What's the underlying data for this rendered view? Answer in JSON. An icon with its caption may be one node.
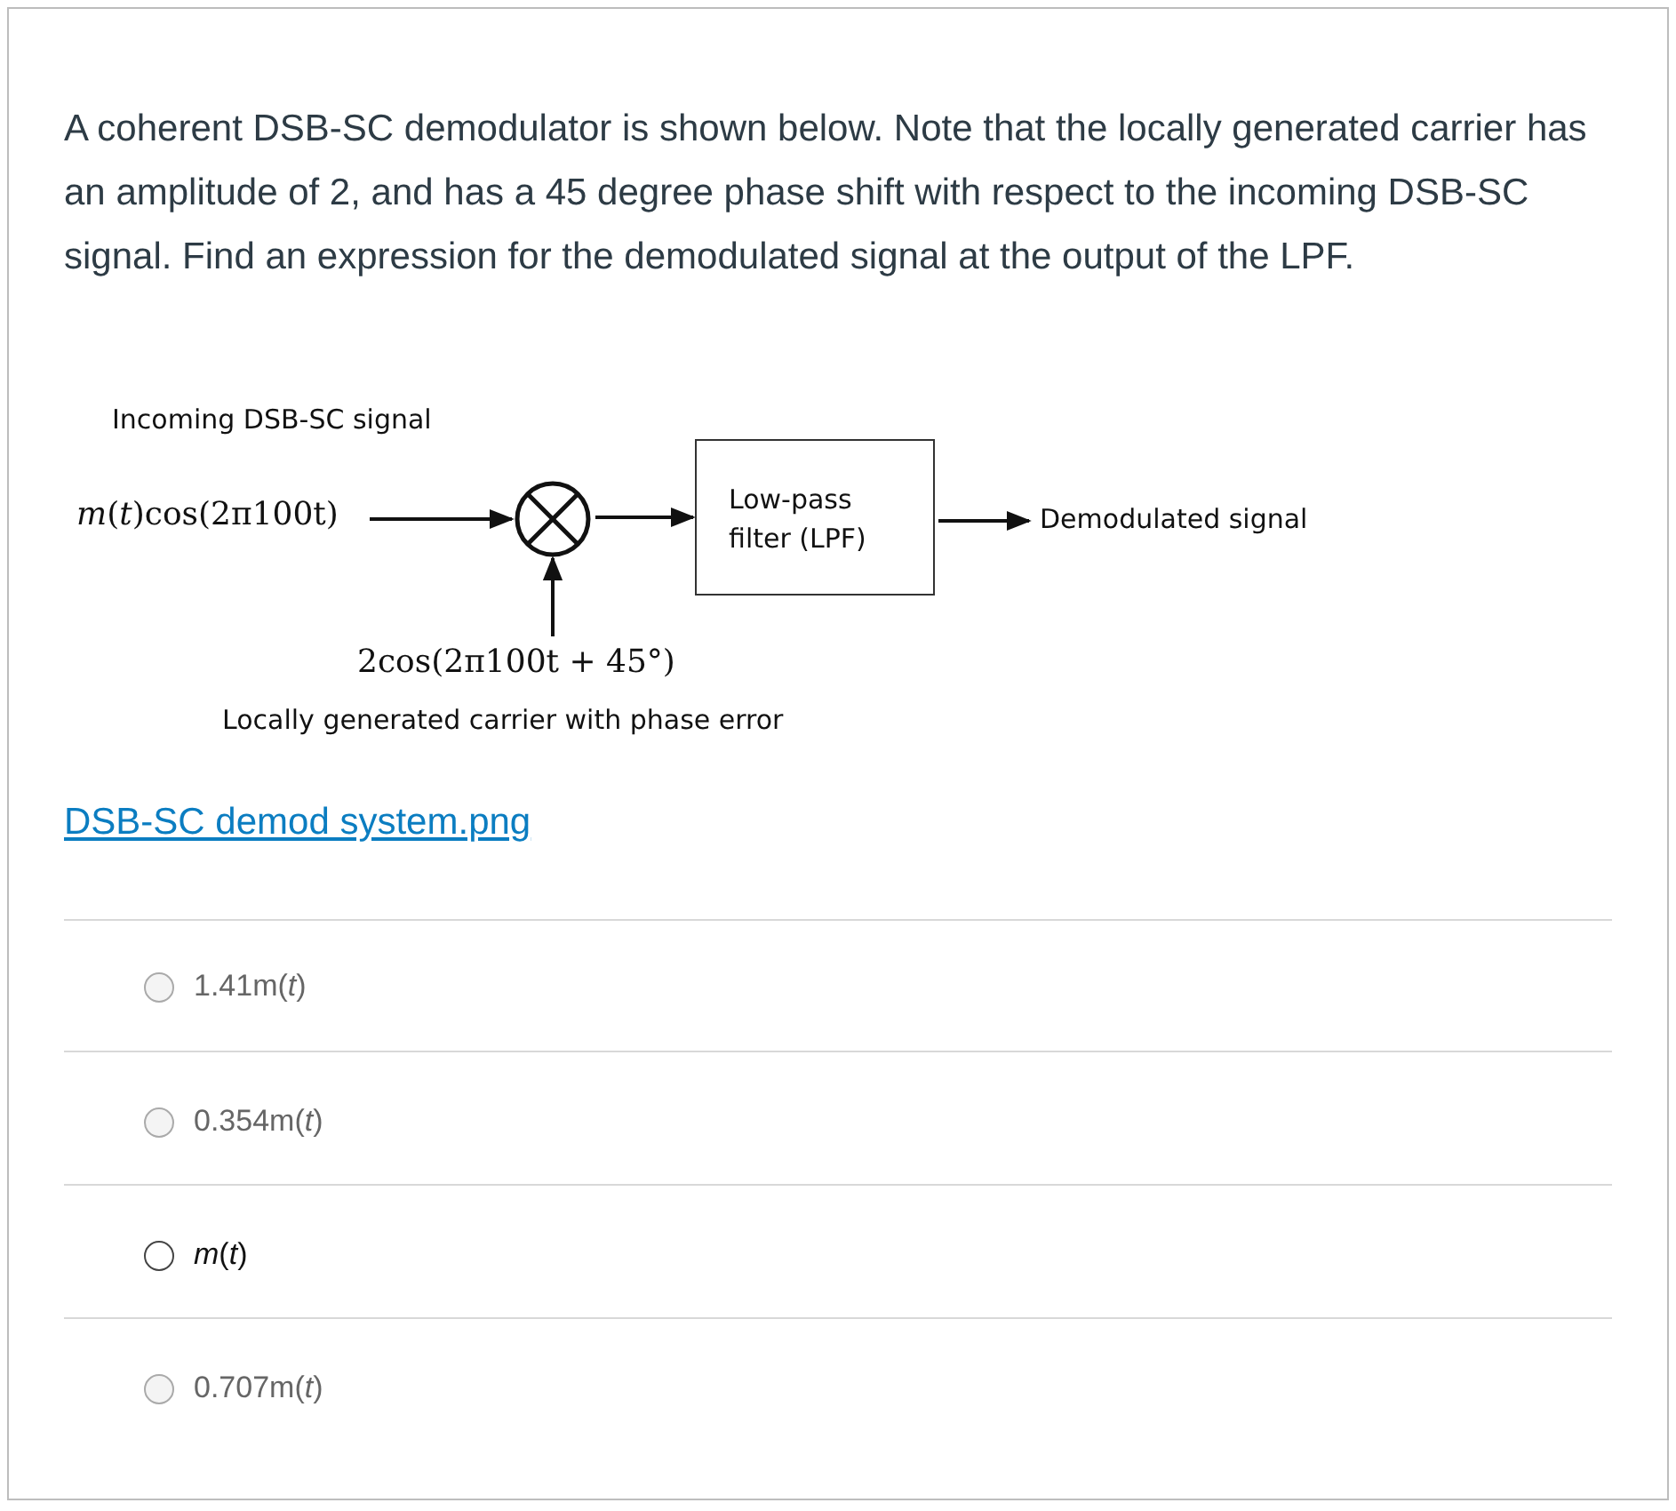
{
  "diagram": {
    "nodes": [
      {
        "text": [
          "*m*(*t*)cos(2π100t)"
        ],
        "beside": [
          "Incoming DSB-SC signal"
        ]
      },
      {
        "text": [],
        "shape": "circle"
      },
      {
        "text": [
          "Low-pass filter (LPF)"
        ]
      },
      {
        "text": [
          "Demodulated signal"
        ]
      },
      {
        "text": [
          "2cos(2π100t + 45°)"
        ],
        "beside": [
          "Locally generated carrier with phase error"
        ]
      }
    ],
    "edges": [
      {
        "from": 0,
        "to": 1,
        "arrow": "to"
      },
      {
        "from": 1,
        "to": 2,
        "arrow": "to"
      },
      {
        "from": 2,
        "to": 3,
        "arrow": "to"
      },
      {
        "from": 4,
        "to": 1,
        "arrow": "to"
      }
    ],
    "labels": [
      "A coherent DSB-SC demodulator is shown below. Note that the locally generated carrier has an amplitude of 2, and has a 45 degree phase shift with respect to the incoming DSB-SC signal. Find an expression for the demodulated signal at the output of the LPF.",
      "DSB-SC demod system.png",
      "1.41m(*t*)",
      "0.354m(*t*)",
      "*m*(*t*)",
      "0.707m(*t*)"
    ]
  }
}
